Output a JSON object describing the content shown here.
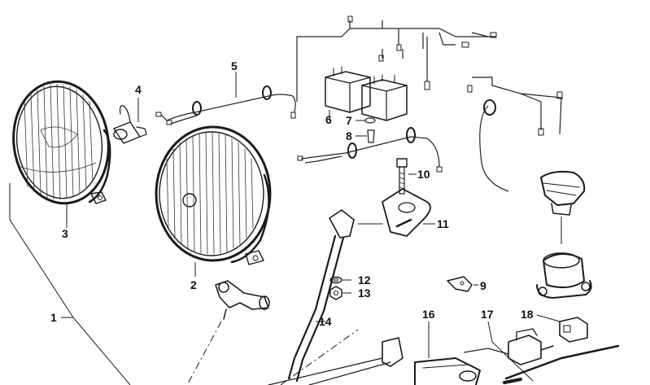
{
  "callouts": [
    "1",
    "2",
    "3",
    "4",
    "5",
    "6",
    "7",
    "8",
    "9",
    "10",
    "11",
    "12",
    "13",
    "14",
    "16",
    "17",
    "18"
  ],
  "parts": {
    "p1": "1",
    "p2": "2",
    "p3": "3",
    "p4": "4",
    "p5": "5",
    "p6": "6",
    "p7": "7",
    "p8": "8",
    "p9": "9",
    "p10": "10",
    "p11": "11",
    "p12": "12",
    "p13": "13",
    "p14": "14",
    "p16": "16",
    "p17": "17",
    "p18": "18"
  },
  "colors": {
    "ink": "#1a1a1a",
    "background": "#ffffff"
  }
}
